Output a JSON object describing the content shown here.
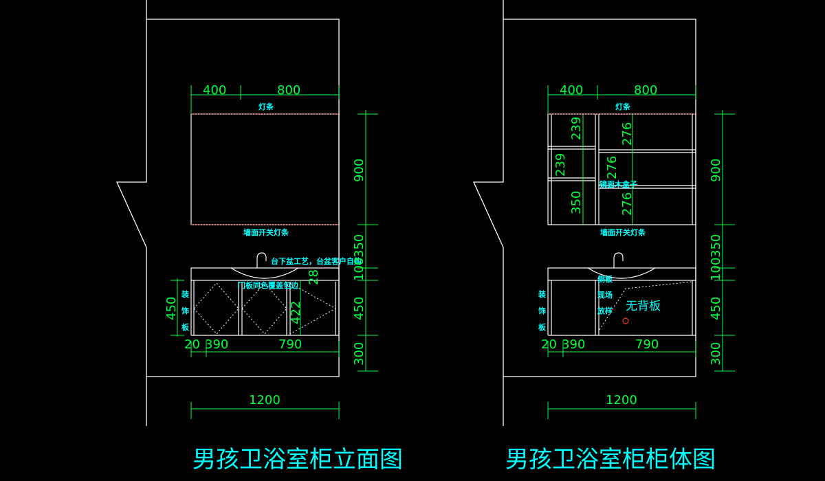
{
  "drawings": [
    {
      "title": "男孩卫浴室柜立面图",
      "dims": {
        "top_left": "400",
        "top_right": "800",
        "v_900": "900",
        "v_350": "350",
        "v_100": "100",
        "v_450": "450",
        "v_300": "300",
        "h_small": "20",
        "h_390": "390",
        "h_790": "790",
        "h_1200": "1200",
        "door_422": "422",
        "basin_28": "28"
      },
      "notes": {
        "light_top": "灯条",
        "light_bottom": "墙面开关灯条",
        "basin_note": "台下盆工艺，台盆客户自购",
        "inner_note": "门板同色覆盖包边",
        "side_panel": [
          "装",
          "饰",
          "板"
        ]
      }
    },
    {
      "title": "男孩卫浴室柜柜体图",
      "dims": {
        "top_left": "400",
        "top_right": "800",
        "v_900": "900",
        "v_350": "350",
        "v_100": "100",
        "v_450": "450",
        "v_300": "300",
        "h_small": "20",
        "h_390": "390",
        "h_790": "790",
        "h_1200": "1200",
        "s_239a": "239",
        "s_239b": "239",
        "s_350": "350",
        "s_276a": "276",
        "s_276b": "276",
        "s_276c": "276"
      },
      "notes": {
        "light_top": "灯条",
        "light_bottom": "墙面开关灯条",
        "mirror_box": "镜面木盒子",
        "side_text": [
          "侧板",
          "现场",
          "放样"
        ],
        "no_back": "无背板",
        "side_panel": [
          "装",
          "饰",
          "板"
        ]
      }
    }
  ],
  "colors": {
    "wall": "#ffffff",
    "dimension": "#00ff40",
    "annotation": "#00ffff",
    "marker": "#ff3030"
  }
}
